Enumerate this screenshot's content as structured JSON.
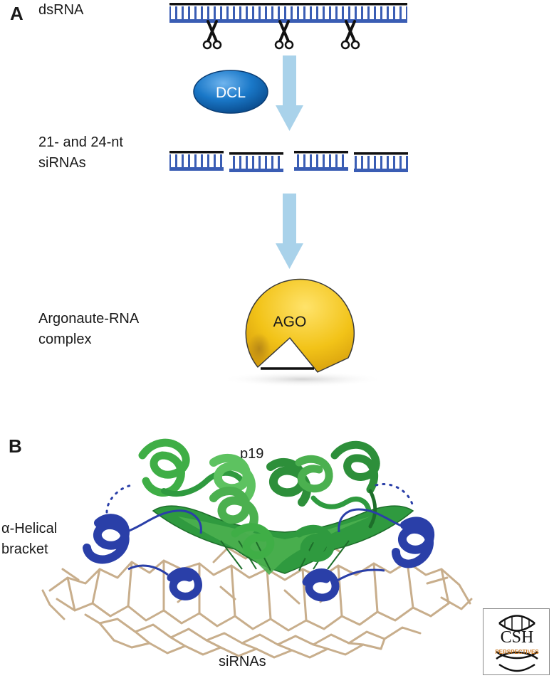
{
  "panel_a": {
    "letter": "A",
    "dsrna_label": "dsRNA",
    "sirna_label_line1": "21- and 24-nt",
    "sirna_label_line2": "siRNAs",
    "ago_complex_line1": "Argonaute-RNA",
    "ago_complex_line2": "complex",
    "dcl_label": "DCL",
    "ago_label": "AGO"
  },
  "panel_b": {
    "letter": "B",
    "p19_label": "p19",
    "bracket_line1": "α-Helical",
    "bracket_line2": "bracket",
    "sirnas_label": "siRNAs"
  },
  "logo": {
    "line1": "CSH",
    "line2": "PERSPECTIVES"
  },
  "colors": {
    "rna_blue": "#3a5db4",
    "rna_black": "#111111",
    "arrow": "#a9d2ea",
    "dcl_blue": "#1a78c8",
    "ago_yellow": "#f2c318",
    "p19_green": "#2f9a3f",
    "bracket_blue": "#2a3fa8",
    "sirna_tan": "#c8ae8c",
    "logo_orange": "#c9741c"
  }
}
